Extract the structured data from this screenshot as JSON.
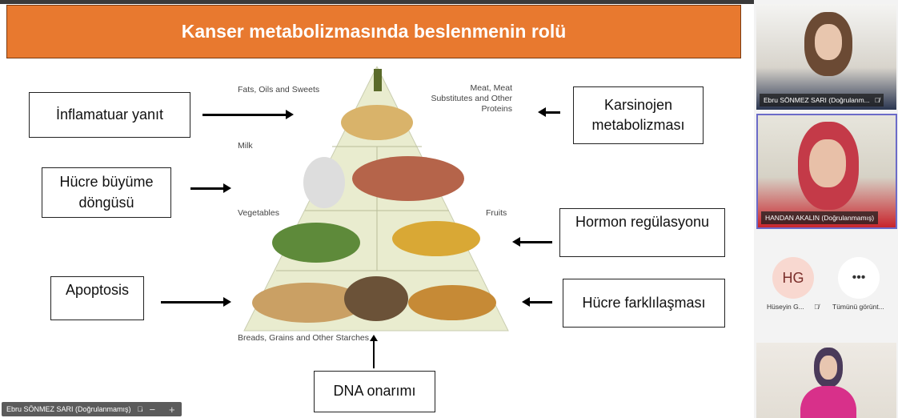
{
  "slide": {
    "title": "Kanser metabolizmasında beslenmenin rolü",
    "boxes": {
      "inflamatuar": "İnflamatuar yanıt",
      "hucre_buyume": "Hücre büyüme döngüsü",
      "apoptosis": "Apoptosis",
      "karsinojen": "Karsinojen metabolizması",
      "hormon": "Hormon regülasyonu",
      "hucre_farklilasmasi": "Hücre farklılaşması",
      "dna": "DNA onarımı"
    },
    "pyramid": {
      "fats": "Fats, Oils and Sweets",
      "meat": "Meat, Meat Substitutes and Other Proteins",
      "milk": "Milk",
      "vegetables": "Vegetables",
      "fruits": "Fruits",
      "breads": "Breads, Grains and Other Starches"
    }
  },
  "participants": [
    {
      "name": "Ebru SÖNMEZ SARI (Doğrulanm...",
      "muted": true
    },
    {
      "name": "HANDAN AKALIN (Doğrulanmamış)"
    },
    {
      "initials": "HG",
      "name": "Hüseyin G...",
      "muted": true
    },
    {
      "icon": "more-icon",
      "name": "Tümünü görünt..."
    }
  ],
  "self_view": {
    "name": "Ebru SÖNMEZ SARI (Doğrulanmamış)",
    "zoom_out": "−",
    "zoom_in": "+"
  },
  "colors": {
    "banner": "#e8792f",
    "active_speaker": "#6b6bc8",
    "avatar_bg": "#f8d8d0"
  }
}
